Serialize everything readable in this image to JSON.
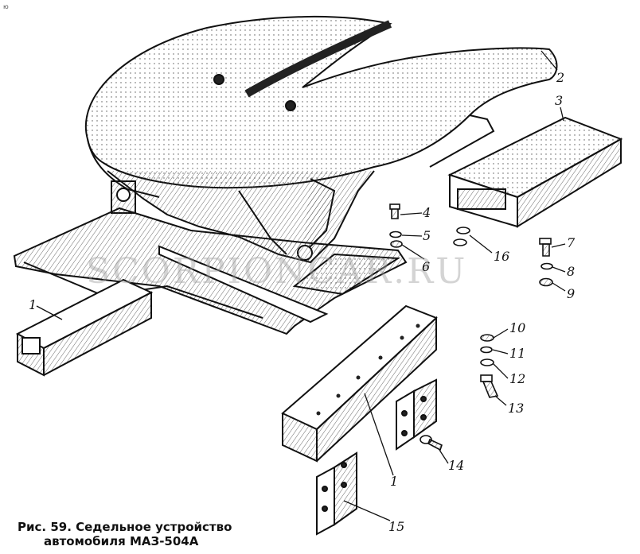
{
  "corner_mark": "ю",
  "watermark": "SCORPIONCAR.RU",
  "caption": {
    "line1": "Рис. 59. Седельное устройство",
    "line2": "автомобиля МАЗ-504А"
  },
  "labels": [
    "1",
    "2",
    "3",
    "4",
    "5",
    "6",
    "7",
    "8",
    "9",
    "10",
    "11",
    "12",
    "13",
    "14",
    "15",
    "16",
    "1"
  ]
}
